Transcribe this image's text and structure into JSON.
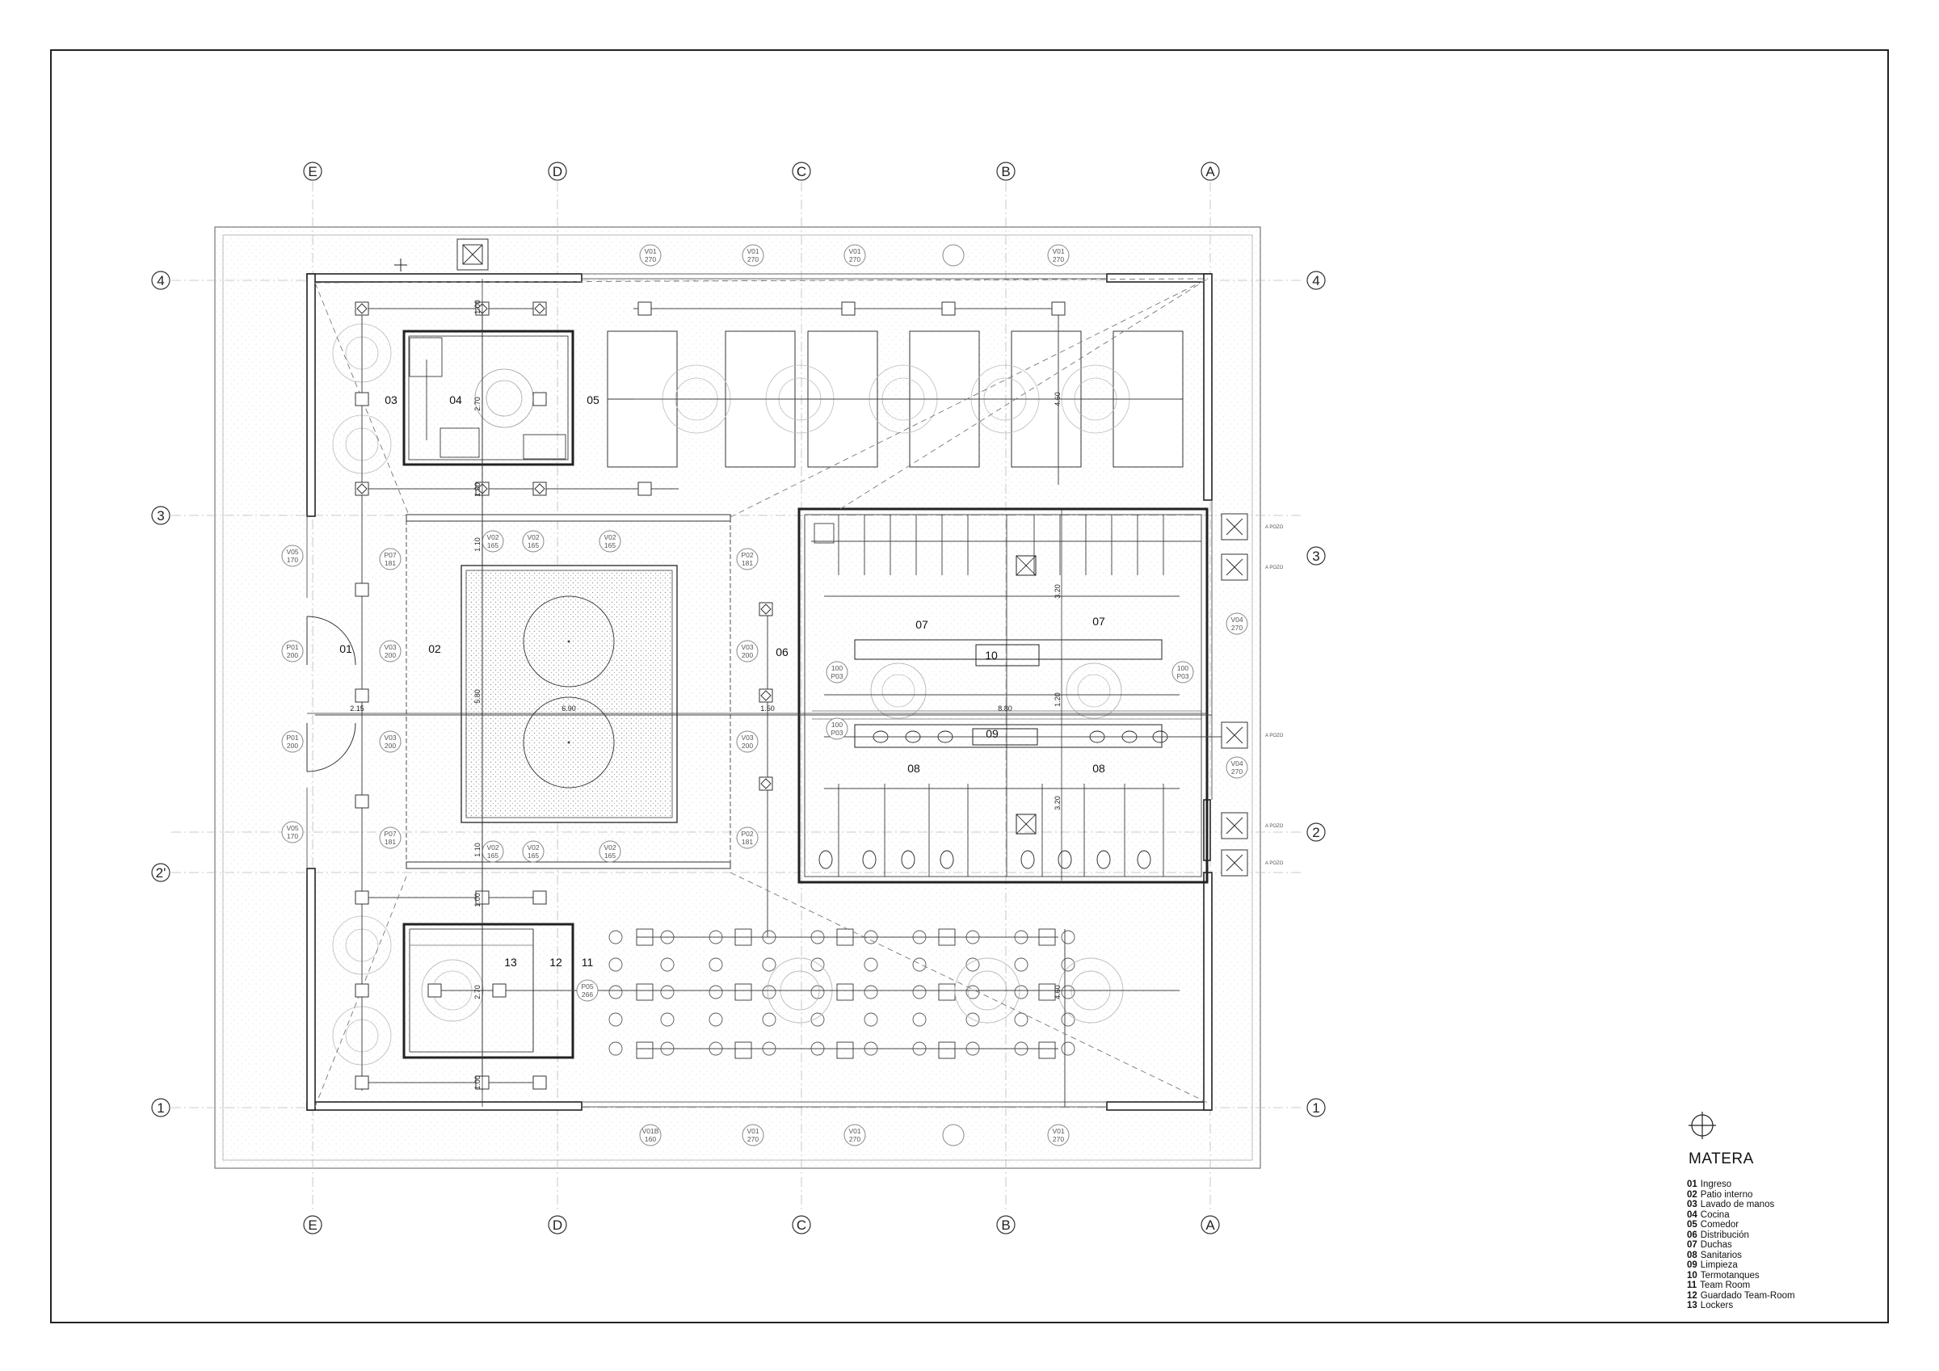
{
  "plan": {
    "grid_columns": [
      "E",
      "D",
      "C",
      "B",
      "A"
    ],
    "grid_rows": [
      "4",
      "3",
      "2",
      "2'",
      "1"
    ],
    "room_tags": [
      "01",
      "02",
      "03",
      "04",
      "05",
      "06",
      "07",
      "07",
      "08",
      "08",
      "09",
      "10",
      "11",
      "12",
      "13"
    ],
    "dims": [
      "2.15",
      "1.50",
      "6.90",
      "5.80",
      "8.80",
      "1.00",
      "2.70",
      "1.00",
      "1.10",
      "1.10",
      "1.00",
      "2.70",
      "1.00",
      "3.20",
      "3.20",
      "1.20",
      "4.60",
      "4.60"
    ],
    "openings": [
      "V01",
      "270",
      "V01",
      "270",
      "V01",
      "270",
      "V01",
      "270",
      "V01B",
      "160",
      "V01",
      "270",
      "V01",
      "270",
      "V01",
      "270",
      "V05",
      "170",
      "V05",
      "170",
      "P01",
      "200",
      "P01",
      "200",
      "P07",
      "181",
      "P07",
      "181",
      "V02",
      "165",
      "V02",
      "165",
      "V02",
      "165",
      "V02",
      "165",
      "V02",
      "165",
      "V02",
      "165",
      "V03",
      "200",
      "V03",
      "200",
      "V03",
      "200",
      "V03",
      "200",
      "P02",
      "181",
      "P02",
      "181",
      "P05",
      "266",
      "V04",
      "270",
      "V04",
      "270",
      "100",
      "P03",
      "100",
      "P03",
      "100",
      "P03"
    ],
    "pozo_label": "A POZO"
  },
  "legend": {
    "title": "MATERA",
    "items": [
      {
        "num": "01",
        "label": "Ingreso"
      },
      {
        "num": "02",
        "label": "Patio interno"
      },
      {
        "num": "03",
        "label": "Lavado de manos"
      },
      {
        "num": "04",
        "label": "Cocina"
      },
      {
        "num": "05",
        "label": "Comedor"
      },
      {
        "num": "06",
        "label": "Distribución"
      },
      {
        "num": "07",
        "label": "Duchas"
      },
      {
        "num": "08",
        "label": "Sanitarios"
      },
      {
        "num": "09",
        "label": "Limpieza"
      },
      {
        "num": "10",
        "label": "Termotanques"
      },
      {
        "num": "11",
        "label": "Team Room"
      },
      {
        "num": "12",
        "label": "Guardado Team-Room"
      },
      {
        "num": "13",
        "label": "Lockers"
      }
    ]
  },
  "colors": {
    "line": "#222222",
    "thin": "#888888",
    "hatch": "#bbbbbb"
  }
}
